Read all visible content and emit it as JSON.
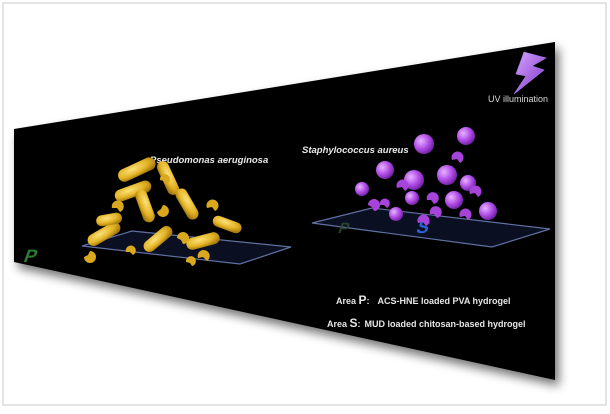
{
  "labels": {
    "bacteria_left": "Pseudomonas aeruginosa",
    "bacteria_right": "Staphylococcus aureus",
    "uv": "UV illumination",
    "areaP_prefix": "Area ",
    "areaP_letter": "P",
    "areaP_sep": ":",
    "areaP_desc": "ACS-HNE loaded PVA hydrogel",
    "areaS_prefix": "Area ",
    "areaS_letter": "S",
    "areaS_sep": ":",
    "areaS_desc": "MUD loaded chitosan-based hydrogel",
    "plate_letter_p": "P",
    "plate_letter_s": "S"
  },
  "colors": {
    "panel": "#000000",
    "rod": "#e3b325",
    "rod_fragment": "#d9a81f",
    "coccus": "#b24ee8",
    "coccus_fragment": "#a643d8",
    "uv_bolt": "#9b4de0",
    "plate_outline": "#5a6b8a",
    "plate_letter_green": "#3ea447",
    "plate_letter_blue": "#2a63d8"
  },
  "icons": {
    "uv": "lightning-bolt-icon"
  }
}
